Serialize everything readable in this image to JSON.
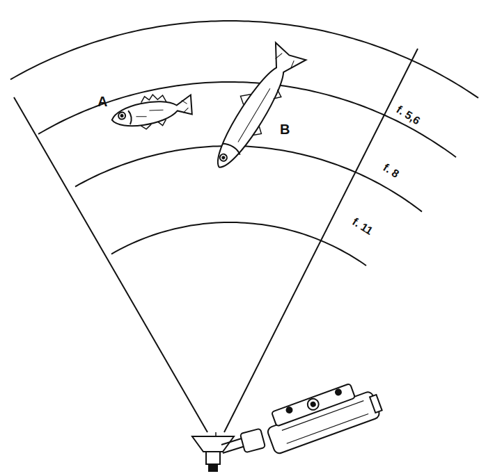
{
  "diagram": {
    "labels": [
      "A",
      "B",
      "f. 5,6",
      "f. 8",
      "f. 11"
    ]
  }
}
